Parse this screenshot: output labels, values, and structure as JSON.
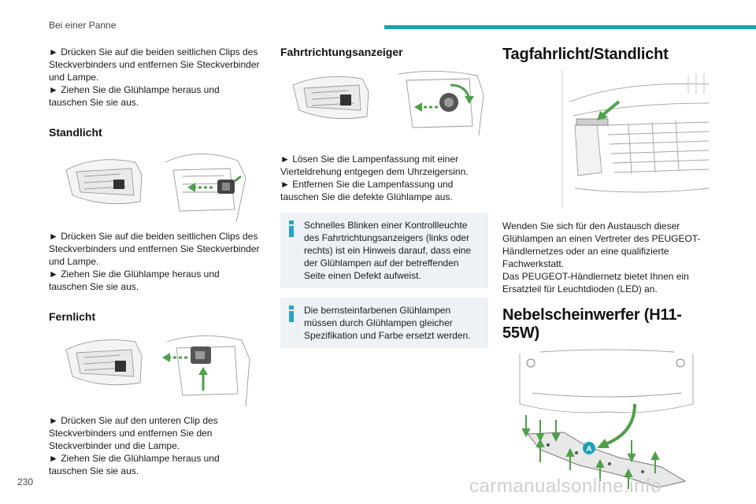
{
  "header": {
    "section": "Bei einer Panne",
    "accent": "#17a3b5"
  },
  "page_number": "230",
  "watermark": "carmanualsonline.info",
  "col1": {
    "intro": [
      "► Drücken Sie auf die beiden seitlichen Clips des Steckverbinders und entfernen Sie Steckverbinder und Lampe.",
      "► Ziehen Sie die Glühlampe heraus und tauschen Sie sie aus."
    ],
    "standlicht": {
      "heading": "Standlicht",
      "steps": [
        "► Drücken Sie auf die beiden seitlichen Clips des Steckverbinders und entfernen Sie Steckverbinder und Lampe.",
        "► Ziehen Sie die Glühlampe heraus und tauschen Sie sie aus."
      ]
    },
    "fernlicht": {
      "heading": "Fernlicht",
      "steps": [
        "► Drücken Sie auf den unteren Clip des Steckverbinders und entfernen Sie den Steckverbinder und die Lampe.",
        "► Ziehen Sie die Glühlampe heraus und tauschen Sie sie aus."
      ]
    }
  },
  "col2": {
    "heading": "Fahrtrichtungsanzeiger",
    "steps": [
      "► Lösen Sie die Lampenfassung mit einer Vierteldrehung entgegen dem Uhrzeigersinn.",
      "► Entfernen Sie die Lampenfassung und tauschen Sie die defekte Glühlampe aus."
    ],
    "note1": "Schnelles Blinken einer Kontrollleuchte des Fahrtrichtungsanzeigers (links oder rechts) ist ein Hinweis darauf, dass eine der Glühlampen auf der betreffenden Seite einen Defekt aufweist.",
    "note2": "Die bernsteinfarbenen Glühlampen müssen durch Glühlampen gleicher Spezifikation und Farbe ersetzt werden."
  },
  "col3": {
    "heading1": "Tagfahrlicht/Standlicht",
    "para": [
      "Wenden Sie sich für den Austausch dieser Glühlampen an einen Vertreter des PEUGEOT-Händlernetzes oder an eine qualifizierte Fachwerkstatt.",
      "Das PEUGEOT-Händlernetz bietet Ihnen ein Ersatzteil für Leuchtdioden (LED) an."
    ],
    "heading2": "Nebelscheinwerfer (H11-55W)",
    "callout_label": "A"
  },
  "colors": {
    "note_bg": "#eef2f6",
    "info_icon": "#2aa2c9",
    "arrow": "#4fa04a",
    "callout": "#1aa3b8"
  }
}
